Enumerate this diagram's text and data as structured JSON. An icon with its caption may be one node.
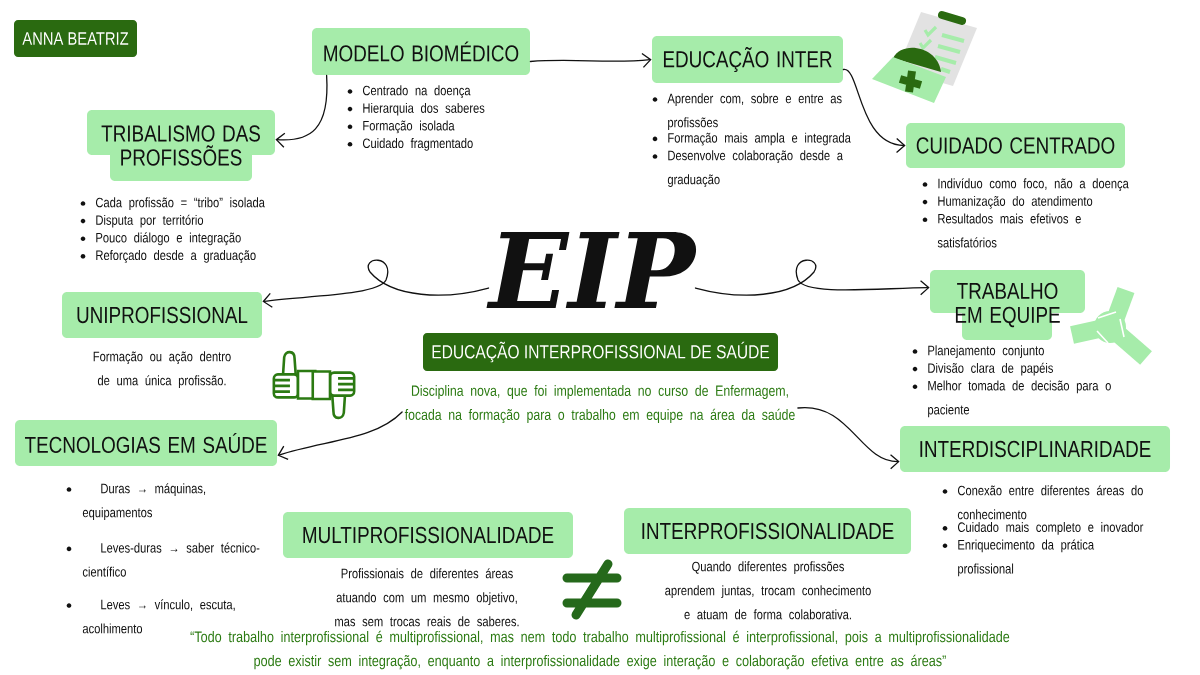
{
  "diagram": {
    "nodes": [
      {
        "text": [
          "ANNA BEATRIZ"
        ]
      },
      {
        "text": [
          "MODELO BIOMÉDICO"
        ],
        "beside": [
          "Centrado na doença",
          "Hierarquia dos saberes",
          "Formação isolada",
          "Cuidado fragmentado"
        ]
      },
      {
        "text": [
          "EDUCAÇÃO INTER"
        ],
        "beside": [
          "Aprender com, sobre e entre as profissões",
          "Formação mais ampla e integrada",
          "Desenvolve colaboração desde a graduação"
        ]
      },
      {
        "text": [
          "TRIBALISMO DAS PROFISSÕES"
        ],
        "beside": [
          "Cada profissão = “tribo” isolada",
          "Disputa por território",
          "Pouco diálogo e integração",
          "Reforçado desde a graduação"
        ]
      },
      {
        "text": [
          "CUIDADO CENTRADO"
        ],
        "beside": [
          "Indivíduo como foco, não a doença",
          "Humanização do atendimento",
          "Resultados mais efetivos e satisfatórios"
        ]
      },
      {
        "text": [
          "EIP"
        ]
      },
      {
        "text": [
          "UNIPROFISSIONAL"
        ],
        "beside": [
          "Formação ou ação dentro de uma única profissão."
        ]
      },
      {
        "text": [
          "TRABALHO EM EQUIPE"
        ],
        "beside": [
          "Planejamento conjunto",
          "Divisão clara de papéis",
          "Melhor tomada de decisão para o paciente"
        ]
      },
      {
        "text": [
          "EDUCAÇÃO INTERPROFISSIONAL DE SAÚDE"
        ]
      },
      {
        "text": [
          "Disciplina nova, que foi implementada no curso de Enfermagem, focada na formação para o trabalho em equipe na área da saúde"
        ]
      },
      {
        "text": [
          "TECNOLOGIAS EM SAÚDE"
        ],
        "beside": [
          "Duras → máquinas, equipamentos",
          "Leves-duras → saber técnico-científico",
          "Leves → vínculo, escuta, acolhimento"
        ]
      },
      {
        "text": [
          "INTERDISCIPLINARIDADE"
        ],
        "beside": [
          "Conexão entre diferentes áreas do conhecimento",
          "Cuidado mais completo e inovador",
          "Enriquecimento da prática profissional"
        ]
      },
      {
        "text": [
          "MULTIPROFISSIONALIDADE"
        ],
        "beside": [
          "Profissionais de diferentes áreas atuando com um mesmo objetivo, mas sem trocas reais de saberes."
        ]
      },
      {
        "text": [
          "INTERPROFISSIONALIDADE"
        ],
        "beside": [
          "Quando diferentes profissões aprendem juntas, trocam conhecimento e atuam de forma colaborativa."
        ]
      }
    ],
    "edges": [
      {
        "from": 1,
        "to": 2,
        "arrow": "to"
      },
      {
        "from": 1,
        "to": 3,
        "arrow": "to"
      },
      {
        "from": 2,
        "to": 4,
        "arrow": "to"
      },
      {
        "from": 5,
        "to": 6,
        "arrow": "to"
      },
      {
        "from": 5,
        "to": 7,
        "arrow": "to"
      },
      {
        "from": 9,
        "to": 10,
        "arrow": "to"
      },
      {
        "from": 9,
        "to": 11,
        "arrow": "to"
      }
    ],
    "labels": [
      "“Todo trabalho interprofissional é multiprofissional, mas nem todo trabalho multiprofissional é interprofissional, pois a multiprofissionalidade pode existir sem integração, enquanto a interprofissionalidade exige interação e colaboração efetiva entre as áreas”"
    ]
  }
}
